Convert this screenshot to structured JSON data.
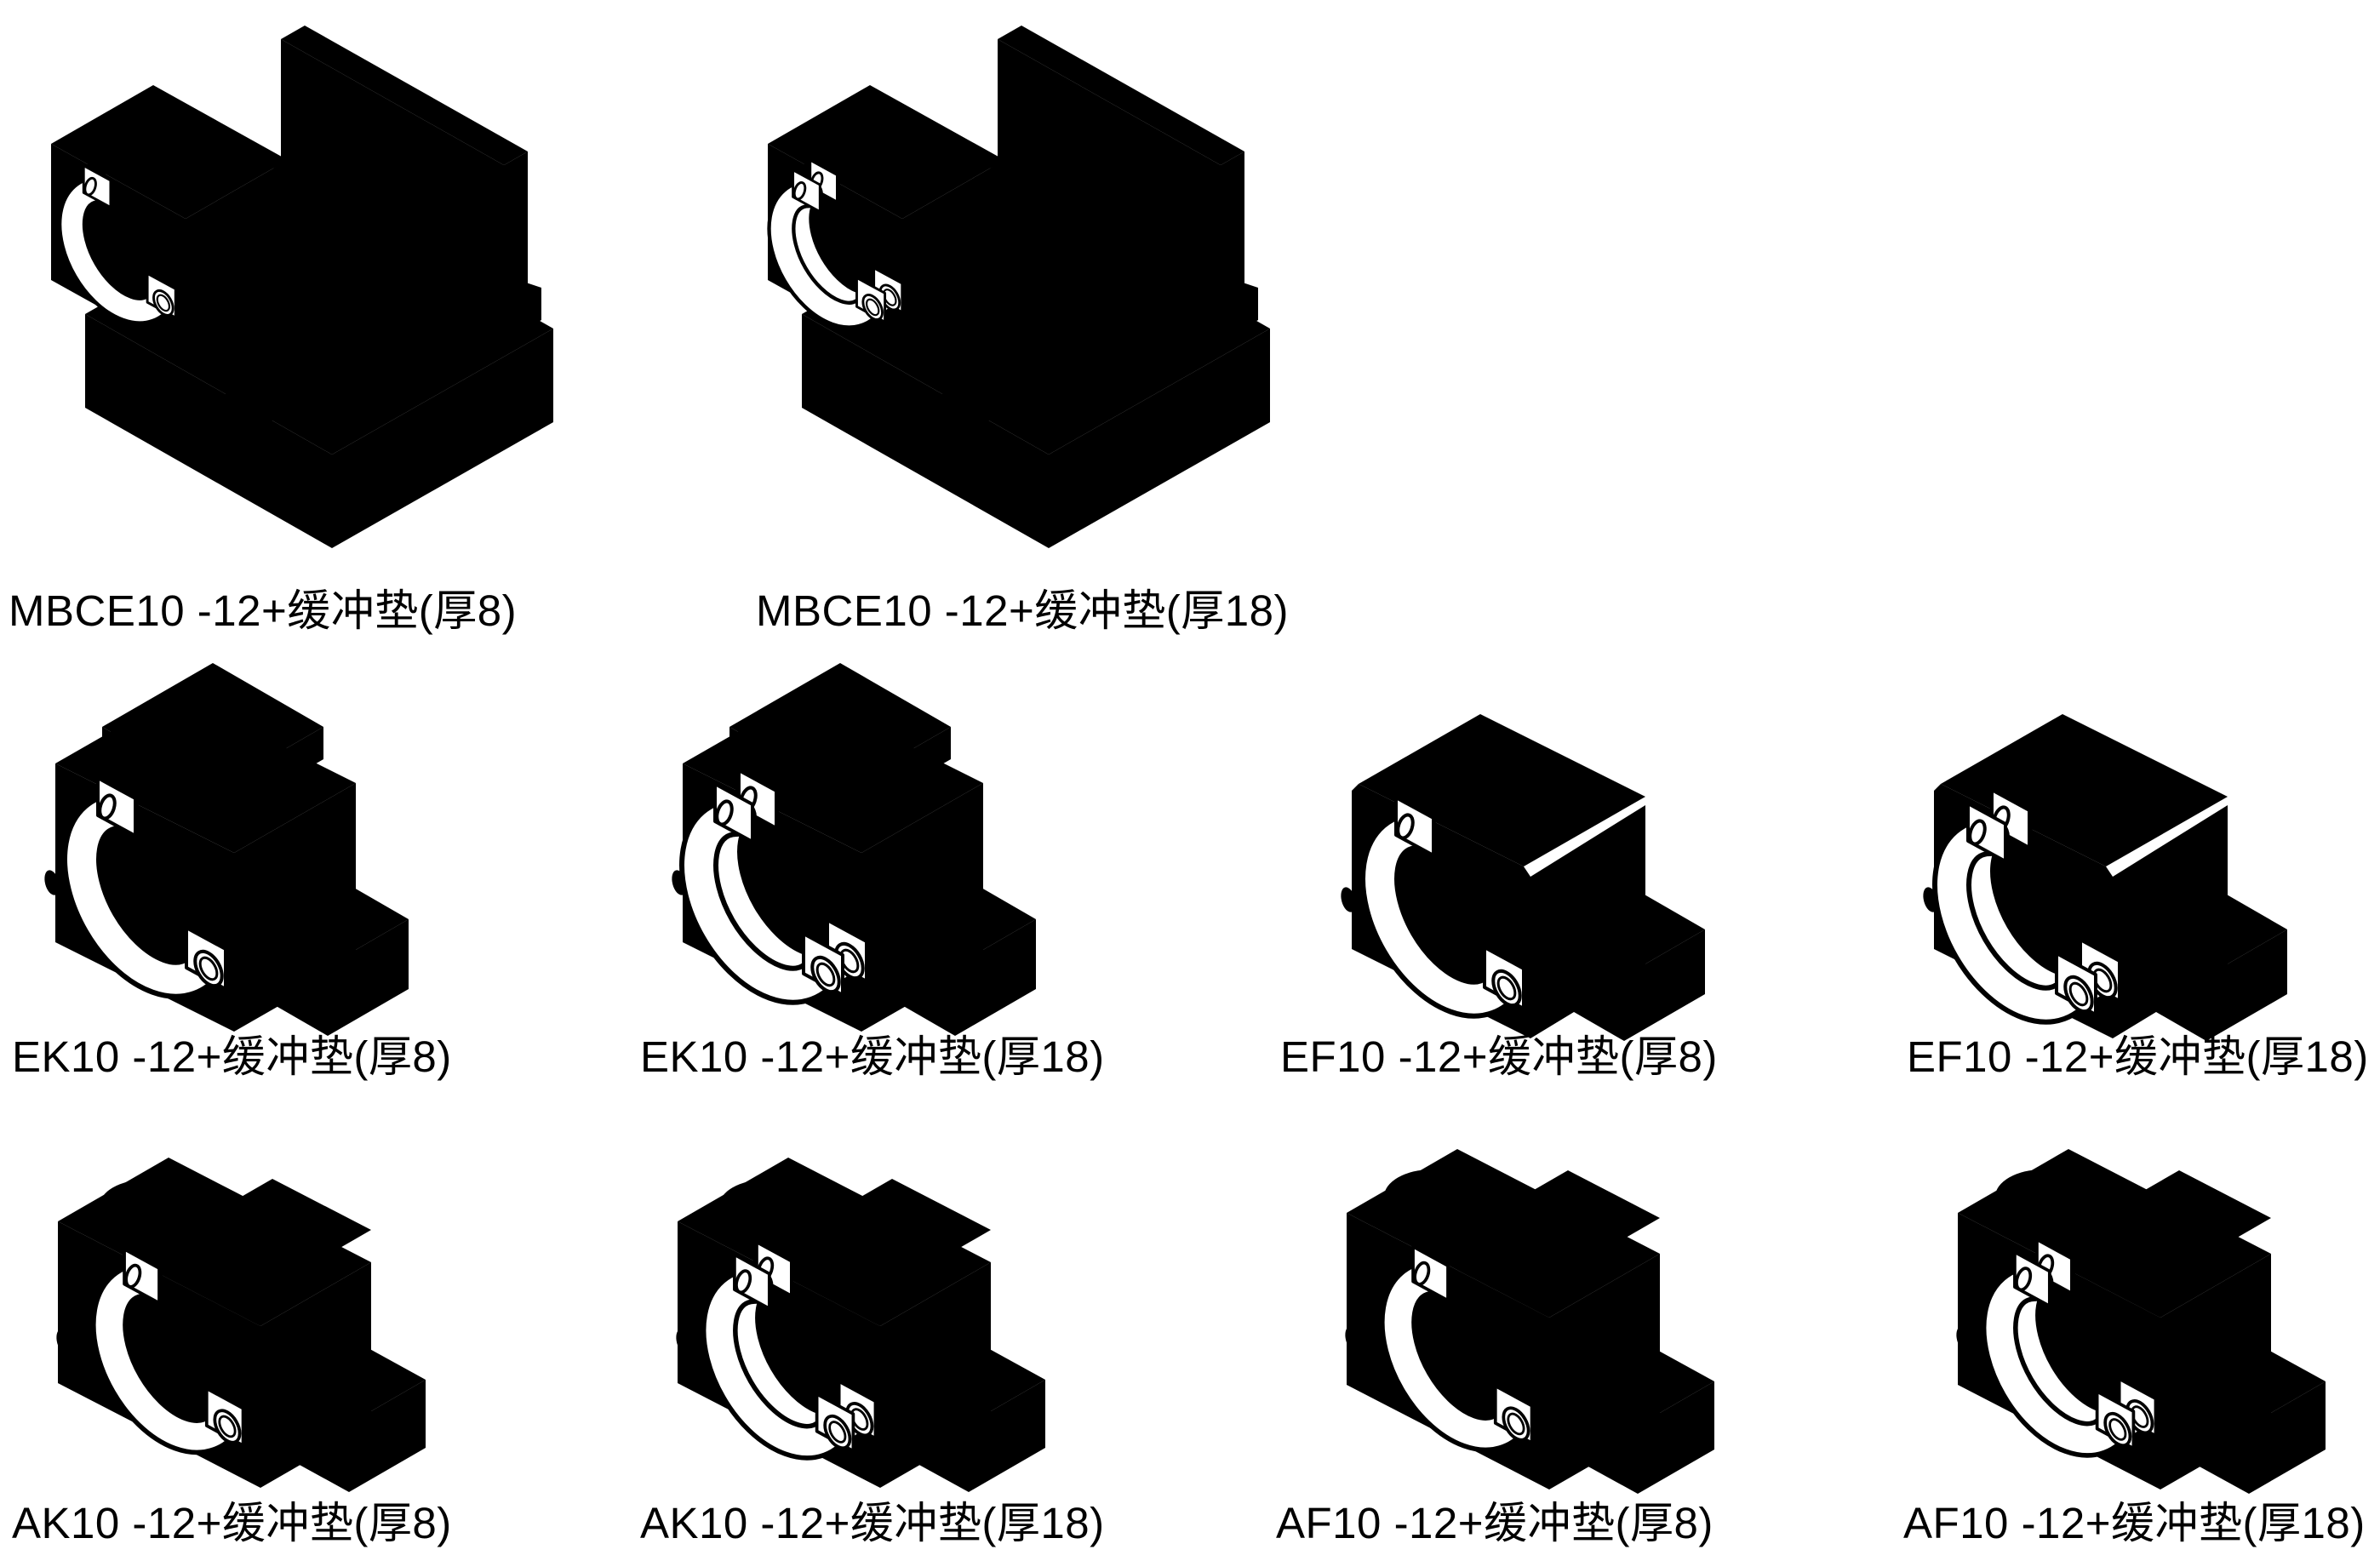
{
  "page": {
    "background_color": "#ffffff",
    "line_color": "#000000"
  },
  "figures": [
    {
      "label": "MBCE10 -12+缓冲垫(厚8)"
    },
    {
      "label": "MBCE10 -12+缓冲垫(厚18)"
    },
    {
      "label": "EK10 -12+缓冲垫(厚8)"
    },
    {
      "label": "EK10 -12+缓冲垫(厚18)"
    },
    {
      "label": "EF10 -12+缓冲垫(厚8)"
    },
    {
      "label": "EF10 -12+缓冲垫(厚18)"
    },
    {
      "label": "AK10 -12+缓冲垫(厚8)"
    },
    {
      "label": "AK10 -12+缓冲垫(厚18)"
    },
    {
      "label": "AF10 -12+缓冲垫(厚8)"
    },
    {
      "label": "AF10 -12+缓冲垫(厚18)"
    }
  ]
}
